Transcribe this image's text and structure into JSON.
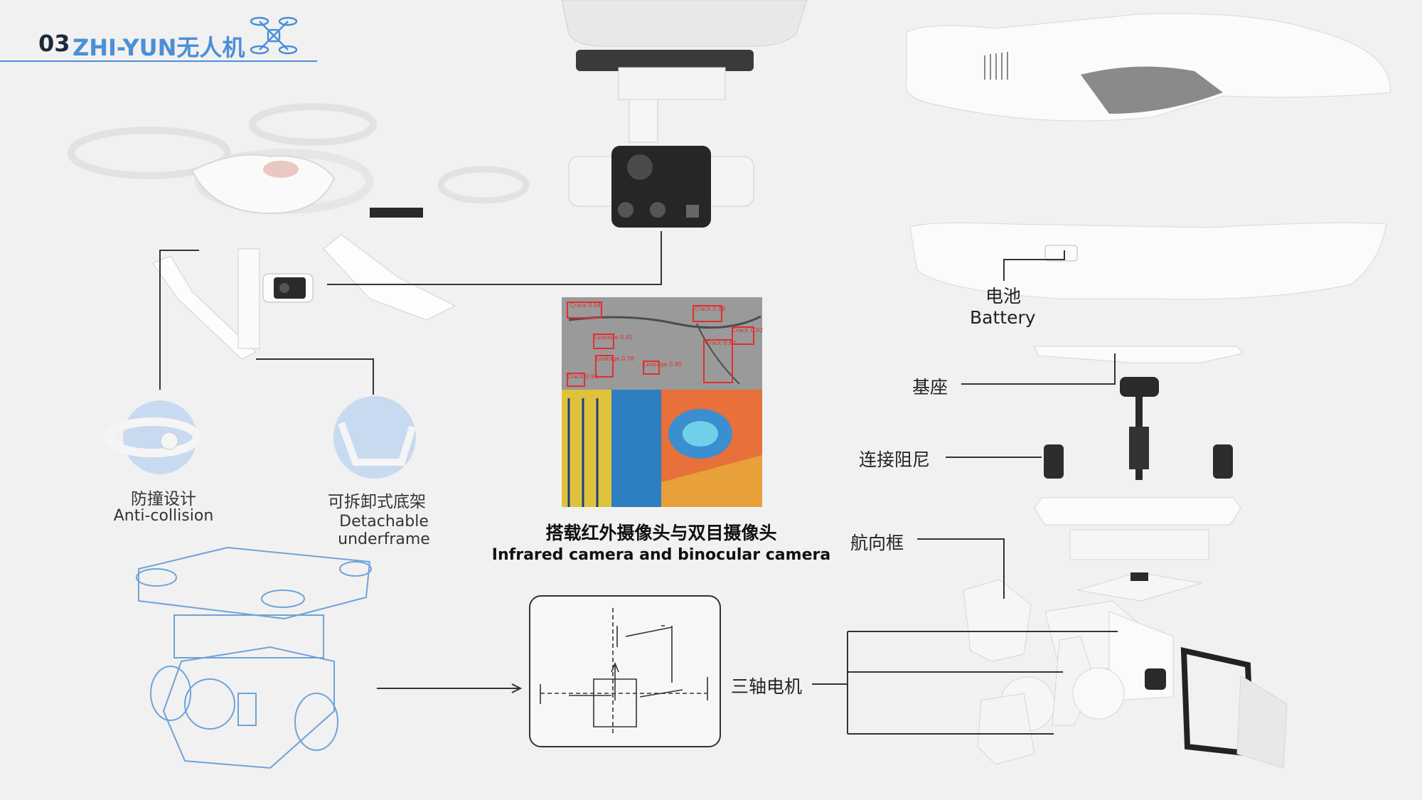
{
  "header": {
    "number": "03",
    "title": "ZHI-YUN无人机",
    "icon": "drone-icon"
  },
  "features": [
    {
      "cn": "防撞设计",
      "en": "Anti-collision"
    },
    {
      "cn": "可拆卸式底架",
      "en": "Detachable underframe"
    }
  ],
  "camera_caption": {
    "cn": "搭载红外摄像头与双目摄像头",
    "en": "Infrared camera and binocular camera"
  },
  "detection_labels": [
    "Crack 0.94",
    "Crack 0.88",
    "Crack 0.92",
    "Crack 0.87",
    "Leakage 0.81",
    "Leakage 0.78",
    "Leakage 0.85",
    "Crack 0.90"
  ],
  "parts": {
    "battery_cn": "电池",
    "battery_en": "Battery",
    "base": "基座",
    "damper": "连接阻尼",
    "heading_frame": "航向框",
    "gimbal_motor": "三轴电机"
  },
  "colors": {
    "accent": "#4a8fd8",
    "line": "#333333",
    "body": "#ffffff",
    "shadow": "#cfcfcf",
    "blueprint": "#6fa3d8"
  }
}
